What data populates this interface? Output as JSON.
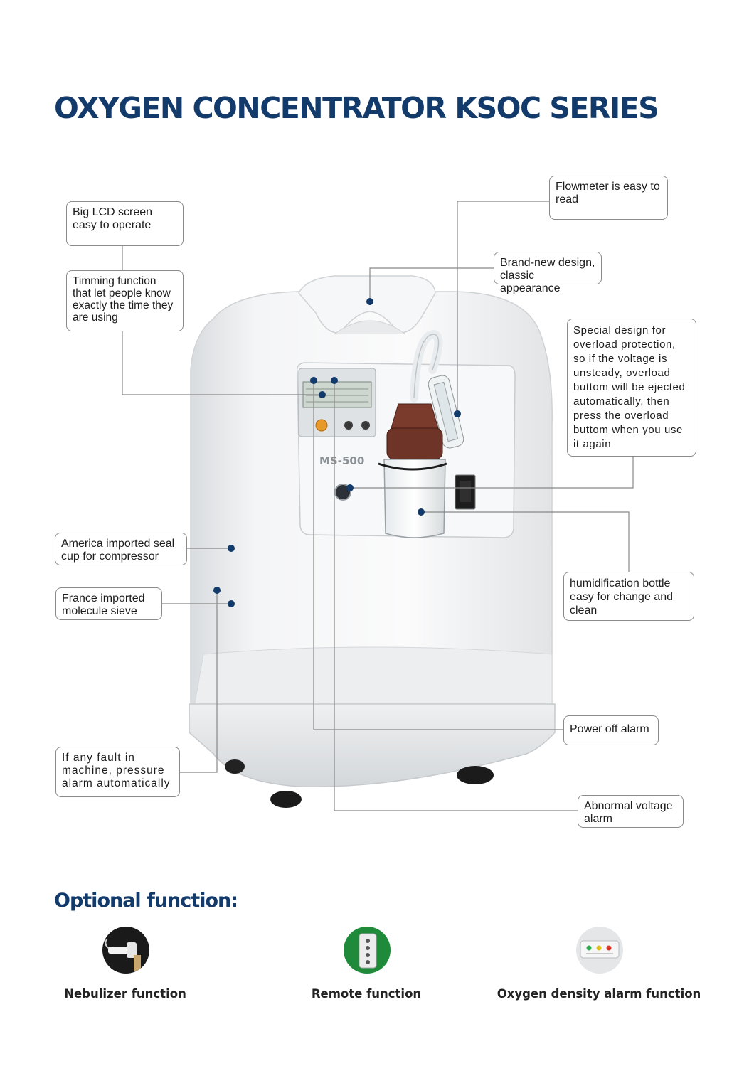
{
  "title": "OXYGEN CONCENTRATOR KSOC SERIES",
  "device": {
    "model_label": "MS-500"
  },
  "callouts": {
    "lcd": "Big LCD screen easy to operate",
    "timing": "Timming function that let people know exactly the time they are using",
    "seal_cup": "America imported seal cup for compressor",
    "sieve": "France imported molecule sieve",
    "fault": "If any fault in machine, pressure alarm automatically",
    "flowmeter": "Flowmeter is easy to read",
    "design": "Brand-new design, classic appearance",
    "overload": "Special design for overload protection, so if the voltage is unsteady, overload buttom will be ejected automatically, then press the overload buttom when you use it again",
    "humidification": "humidification bottle easy for change and clean",
    "power_off": "Power off alarm",
    "abnormal_voltage": "Abnormal voltage alarm"
  },
  "optional": {
    "heading": "Optional function:",
    "items": [
      {
        "label": "Nebulizer function",
        "icon": "nebulizer-icon"
      },
      {
        "label": "Remote function",
        "icon": "remote-control-icon"
      },
      {
        "label": "Oxygen density alarm function",
        "icon": "oxygen-alarm-icon"
      }
    ]
  },
  "colors": {
    "heading_blue": "#123a6b",
    "dot_blue": "#123a6b",
    "callout_border": "#8a8a8a"
  }
}
